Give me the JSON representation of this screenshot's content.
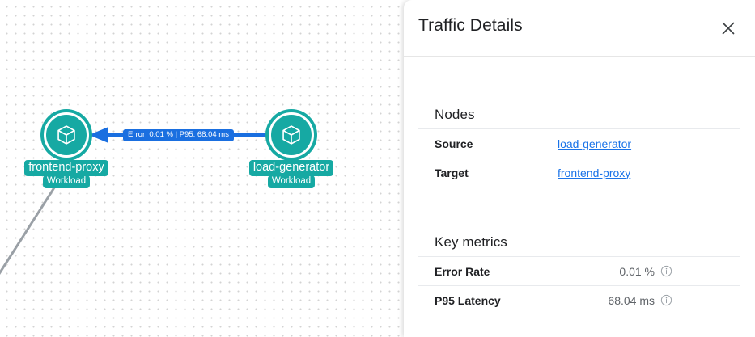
{
  "graph": {
    "nodes": [
      {
        "id": "frontend-proxy",
        "name": "frontend-proxy",
        "kind": "Workload",
        "icon": "cube-icon"
      },
      {
        "id": "load-generator",
        "name": "load-generator",
        "kind": "Workload",
        "icon": "cube-icon"
      }
    ],
    "edge": {
      "label": "Error: 0.01 % | P95: 68.04 ms",
      "direction": "load-generator-to-frontend-proxy",
      "color": "#1a6fe0"
    },
    "node_color": "#16a9a3"
  },
  "panel": {
    "title": "Traffic Details",
    "close_icon": "close-icon",
    "sections": [
      {
        "heading": "Nodes",
        "rows": [
          {
            "label": "Source",
            "value": "load-generator",
            "type": "link"
          },
          {
            "label": "Target",
            "value": "frontend-proxy",
            "type": "link"
          }
        ]
      },
      {
        "heading": "Key metrics",
        "rows": [
          {
            "label": "Error Rate",
            "value": "0.01 %",
            "type": "metric",
            "info_icon": "info-icon"
          },
          {
            "label": "P95 Latency",
            "value": "68.04 ms",
            "type": "metric",
            "info_icon": "info-icon"
          }
        ]
      }
    ],
    "link_color": "#1a73e8"
  }
}
